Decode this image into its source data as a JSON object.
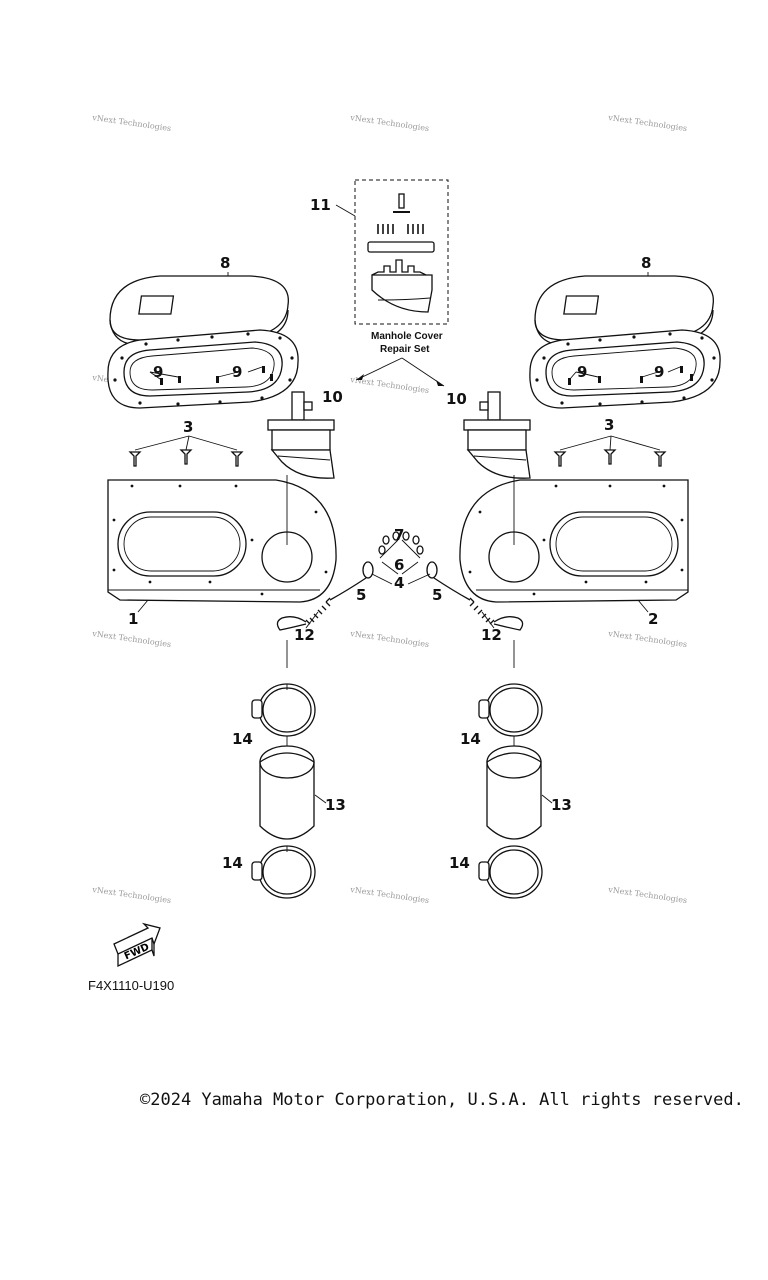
{
  "watermark": "vNext Technologies",
  "diagram_code": "F4X1110-U190",
  "copyright": "©2024 Yamaha Motor Corporation, U.S.A. All rights reserved.",
  "fwd_label": "FWD",
  "repair_set_caption": [
    "Manhole Cover",
    "Repair Set"
  ],
  "callouts": {
    "c1": "1",
    "c2": "2",
    "c3": "3",
    "c4": "4",
    "c5": "5",
    "c6": "6",
    "c7": "7",
    "c8": "8",
    "c9": "9",
    "c10": "10",
    "c11": "11",
    "c12": "12",
    "c13": "13",
    "c14": "14"
  }
}
